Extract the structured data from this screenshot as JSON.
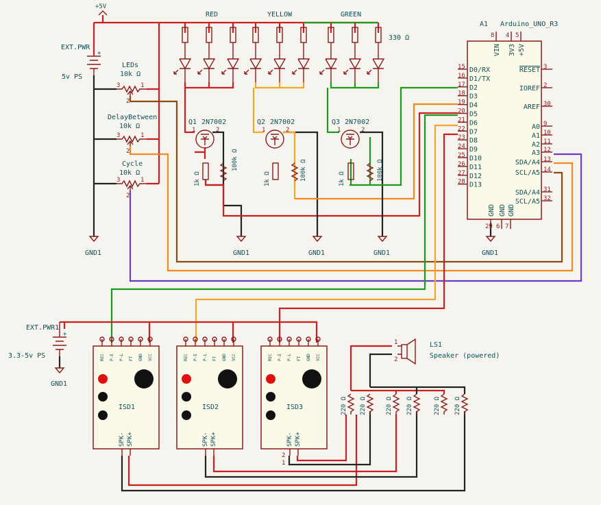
{
  "power": {
    "plus5v": "+5V",
    "ext_pwr": "EXT.PWR",
    "ps_5v": "5v PS",
    "ext_pwr1": "EXT.PWR1",
    "ps_33": "3.3-5v PS",
    "gnd": "GND1"
  },
  "leds": {
    "red": "RED",
    "yellow": "YELLOW",
    "green": "GREEN",
    "res_value": "330 Ω"
  },
  "pots": [
    {
      "name": "LEDs",
      "value": "10k Ω"
    },
    {
      "name": "DelayBetween",
      "value": "10k Ω"
    },
    {
      "name": "Cycle",
      "value": "10k Ω"
    }
  ],
  "transistors": [
    {
      "ref": "Q1",
      "part": "2N7002",
      "r1": "1k Ω",
      "r2": "100k Ω"
    },
    {
      "ref": "Q2",
      "part": "2N7002",
      "r1": "1k Ω",
      "r2": "100k Ω"
    },
    {
      "ref": "Q3",
      "part": "2N7002",
      "r1": "1k Ω",
      "r2": "100k Ω"
    }
  ],
  "arduino": {
    "ref": "A1",
    "part": "Arduino_UNO_R3",
    "left_pins": [
      {
        "num": "15",
        "name": "D0/RX"
      },
      {
        "num": "16",
        "name": "D1/TX"
      },
      {
        "num": "17",
        "name": "D2"
      },
      {
        "num": "18",
        "name": "D3"
      },
      {
        "num": "19",
        "name": "D4"
      },
      {
        "num": "20",
        "name": "D5"
      },
      {
        "num": "21",
        "name": "D6"
      },
      {
        "num": "22",
        "name": "D7"
      },
      {
        "num": "23",
        "name": "D8"
      },
      {
        "num": "24",
        "name": "D9"
      },
      {
        "num": "25",
        "name": "D10"
      },
      {
        "num": "26",
        "name": "D11"
      },
      {
        "num": "27",
        "name": "D12"
      },
      {
        "num": "28",
        "name": "D13"
      }
    ],
    "right_pins": [
      {
        "num": "3",
        "name": "RESET"
      },
      {
        "num": "2",
        "name": "IOREF"
      },
      {
        "num": "30",
        "name": "AREF"
      },
      {
        "num": "9",
        "name": "A0"
      },
      {
        "num": "10",
        "name": "A1"
      },
      {
        "num": "11",
        "name": "A2"
      },
      {
        "num": "12",
        "name": "A3"
      },
      {
        "num": "13",
        "name": "SDA/A4"
      },
      {
        "num": "14",
        "name": "SCL/A5"
      },
      {
        "num": "31",
        "name": "SDA/A4"
      },
      {
        "num": "32",
        "name": "SCL/A5"
      }
    ],
    "top_pins": [
      {
        "num": "8",
        "name": "VIN"
      },
      {
        "num": "4",
        "name": "3V3"
      },
      {
        "num": "5",
        "name": "+5V"
      }
    ],
    "bottom_pins": [
      {
        "num": "29",
        "name": "GND"
      },
      {
        "num": "6",
        "name": "GND"
      },
      {
        "num": "7",
        "name": "GND"
      }
    ]
  },
  "isd": {
    "pin_labels": [
      "REC",
      "P-E",
      "P-L",
      "FT",
      "GND",
      "VCC"
    ],
    "spk_minus": "SPK-",
    "spk_plus": "SPK+",
    "pin_2": "2",
    "pin_1": "1",
    "modules": [
      {
        "ref": "ISD1"
      },
      {
        "ref": "ISD2"
      },
      {
        "ref": "ISD3"
      }
    ]
  },
  "speaker": {
    "ref": "LS1",
    "part": "Speaker (powered)",
    "pin1": "1",
    "pin2": "2"
  },
  "speaker_res_value": "220 Ω",
  "pin_nums": {
    "p1": "1",
    "p2": "2",
    "p3": "3"
  }
}
